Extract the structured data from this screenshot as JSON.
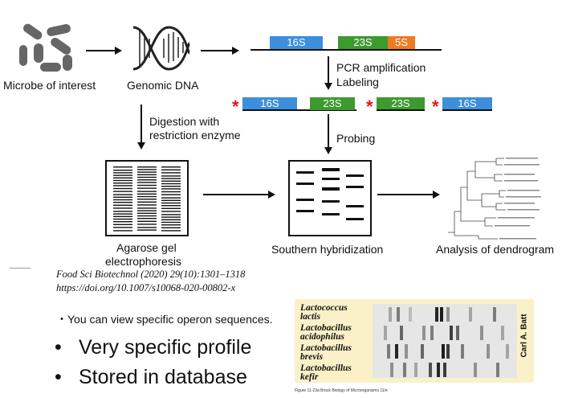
{
  "labels": {
    "microbe": "Microbe of interest",
    "genomic_dna": "Genomic DNA",
    "pcr_line1": "PCR amplification",
    "pcr_line2": "Labeling",
    "digestion_line1": "Digestion with",
    "digestion_line2": "restriction enzyme",
    "probing": "Probing",
    "agarose_line1": "Agarose gel",
    "agarose_line2": "electrophoresis",
    "southern": "Southern hybridization",
    "dendrogram": "Analysis of dendrogram"
  },
  "operon_top": {
    "seg1": "16S",
    "seg2": "23S",
    "seg3": "5S"
  },
  "fragments": {
    "f1": "16S",
    "f2": "23S",
    "f3": "23S",
    "f4": "16S"
  },
  "citation": {
    "line1": "Food Sci Biotechnol (2020) 29(10):1301–1318",
    "line2": "https://doi.org/10.1007/s10068-020-00802-x"
  },
  "bullets": {
    "small_mark": "・",
    "small": "You can view specific operon sequences.",
    "big1": "Very specific profile",
    "big2": "Stored in database",
    "big_mark": "•"
  },
  "gel_figure": {
    "species": [
      {
        "genus": "Lactococcus",
        "species": "lactis"
      },
      {
        "genus": "Lactobacillus",
        "species": "acidophilus"
      },
      {
        "genus": "Lactobacillus",
        "species": "brevis"
      },
      {
        "genus": "Lactobacillus",
        "species": "kefir"
      }
    ],
    "credit": "Carl A. Batt",
    "caption": "Figure 11-23a Brock Biology of Microorganisms 11/e"
  },
  "colors": {
    "blue": "#3d8fdc",
    "green": "#3d9a2f",
    "orange": "#ee7a24",
    "star": "#e01818",
    "panel": "#fbf1c8"
  }
}
